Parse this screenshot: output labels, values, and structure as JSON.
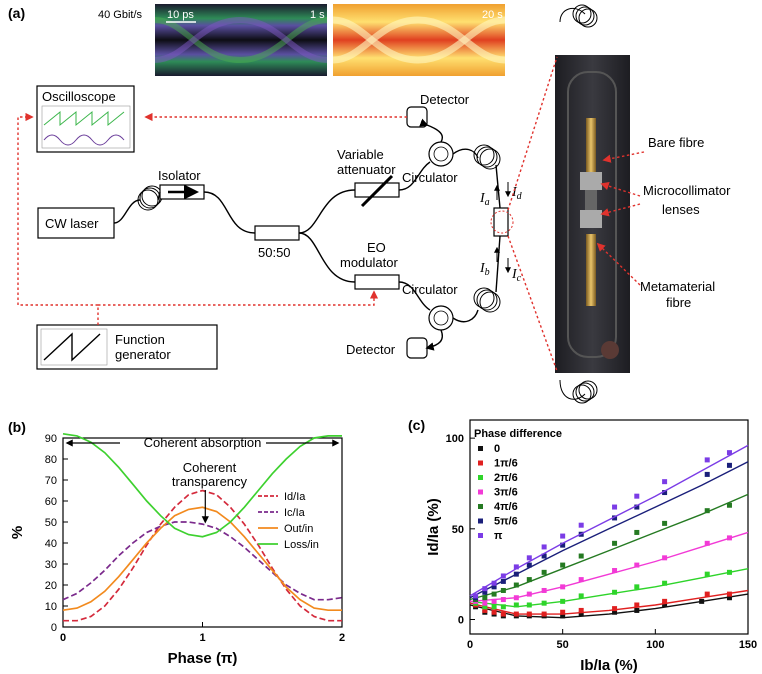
{
  "panel_a": {
    "label": "(a)",
    "bitrate": "40 Gbit/s",
    "scale_bar": "10 ps",
    "exposure_1": "1 s",
    "exposure_2": "20 s",
    "components": {
      "oscilloscope": "Oscilloscope",
      "cw_laser": "CW laser",
      "isolator": "Isolator",
      "splitter": "50:50",
      "attenuator_1": "Variable",
      "attenuator_2": "attenuator",
      "eo_1": "EO",
      "eo_2": "modulator",
      "function_gen_1": "Function",
      "function_gen_2": "generator",
      "detector_top": "Detector",
      "detector_bottom": "Detector",
      "circulator_top": "Circulator",
      "circulator_bottom": "Circulator"
    },
    "beams": {
      "a": "I",
      "a_sub": "a",
      "b": "I",
      "b_sub": "b",
      "c": "I",
      "c_sub": "c",
      "d": "I",
      "d_sub": "d"
    },
    "photo_labels": {
      "bare_fibre": "Bare fibre",
      "micro_1": "Microcollimator",
      "micro_2": "lenses",
      "meta_1": "Metamaterial",
      "meta_2": "fibre"
    }
  },
  "chart_data": [
    {
      "panel": "(b)",
      "type": "line",
      "xlabel": "Phase (π)",
      "ylabel": "%",
      "xlim": [
        0,
        2
      ],
      "ylim": [
        0,
        90
      ],
      "xticks": [
        0,
        1,
        2
      ],
      "yticks": [
        0,
        10,
        20,
        30,
        40,
        50,
        60,
        70,
        80,
        90
      ],
      "legend_position": "right",
      "annotations": [
        "Coherent absorption",
        "Coherent",
        "transparency"
      ],
      "series": [
        {
          "name": "Id/Ia",
          "color": "#d42a3c",
          "dash": true,
          "x": [
            0,
            0.1,
            0.2,
            0.3,
            0.4,
            0.5,
            0.6,
            0.7,
            0.8,
            0.9,
            1.0,
            1.1,
            1.2,
            1.3,
            1.4,
            1.5,
            1.6,
            1.7,
            1.8,
            1.9,
            2.0
          ],
          "y": [
            3,
            3,
            5,
            10,
            18,
            28,
            39,
            49,
            57,
            63,
            65,
            63,
            57,
            49,
            39,
            28,
            18,
            10,
            5,
            3,
            3
          ]
        },
        {
          "name": "Ic/Ia",
          "color": "#7b2a8c",
          "dash": true,
          "x": [
            0,
            0.1,
            0.2,
            0.3,
            0.4,
            0.5,
            0.6,
            0.7,
            0.8,
            0.9,
            1.0,
            1.1,
            1.2,
            1.3,
            1.4,
            1.5,
            1.6,
            1.7,
            1.8,
            1.9,
            2.0
          ],
          "y": [
            13,
            16,
            21,
            27,
            34,
            40,
            45,
            48,
            50,
            50,
            49,
            47,
            43,
            38,
            32,
            26,
            20,
            16,
            13,
            13,
            14
          ]
        },
        {
          "name": "Out/in",
          "color": "#f28a1e",
          "dash": false,
          "x": [
            0,
            0.1,
            0.2,
            0.3,
            0.4,
            0.5,
            0.6,
            0.7,
            0.8,
            0.9,
            1.0,
            1.1,
            1.2,
            1.3,
            1.4,
            1.5,
            1.6,
            1.7,
            1.8,
            1.9,
            2.0
          ],
          "y": [
            8,
            9,
            12,
            17,
            24,
            32,
            40,
            47,
            53,
            56,
            57,
            55,
            50,
            43,
            35,
            27,
            19,
            13,
            9,
            8,
            8
          ]
        },
        {
          "name": "Loss/in",
          "color": "#3ed12f",
          "dash": false,
          "x": [
            0,
            0.1,
            0.2,
            0.3,
            0.4,
            0.5,
            0.6,
            0.7,
            0.8,
            0.9,
            1.0,
            1.1,
            1.2,
            1.3,
            1.4,
            1.5,
            1.6,
            1.7,
            1.8,
            1.9,
            2.0
          ],
          "y": [
            92,
            91,
            88,
            83,
            76,
            68,
            60,
            53,
            47,
            44,
            43,
            45,
            50,
            57,
            65,
            73,
            80,
            86,
            90,
            91,
            91
          ]
        }
      ]
    },
    {
      "panel": "(c)",
      "type": "scatter",
      "xlabel": "Ib/Ia (%)",
      "ylabel": "Id/Ia (%)",
      "xlim": [
        0,
        150
      ],
      "ylim": [
        -8,
        110
      ],
      "xticks": [
        0,
        50,
        100,
        150
      ],
      "yticks": [
        0,
        50,
        100
      ],
      "legend_title": "Phase difference",
      "legend_position": "top-left",
      "series": [
        {
          "name": "0",
          "color": "#111111",
          "x": [
            3,
            8,
            13,
            18,
            25,
            32,
            40,
            50,
            60,
            78,
            90,
            105,
            125,
            140
          ],
          "y": [
            7,
            4,
            3,
            2,
            2,
            2,
            2,
            2,
            3,
            4,
            5,
            8,
            10,
            12
          ],
          "fit": [
            [
              0,
              8
            ],
            [
              25,
              2
            ],
            [
              50,
              1
            ],
            [
              75,
              3
            ],
            [
              100,
              6
            ],
            [
              125,
              10
            ],
            [
              150,
              14
            ]
          ]
        },
        {
          "name": "1π/6",
          "color": "#e02020",
          "x": [
            3,
            8,
            13,
            18,
            25,
            32,
            40,
            50,
            60,
            78,
            90,
            105,
            128,
            140
          ],
          "y": [
            8,
            5,
            4,
            3,
            3,
            3,
            3,
            4,
            5,
            6,
            8,
            10,
            14,
            14
          ],
          "fit": [
            [
              0,
              9
            ],
            [
              25,
              3
            ],
            [
              50,
              3
            ],
            [
              75,
              5
            ],
            [
              100,
              8
            ],
            [
              125,
              12
            ],
            [
              150,
              16
            ]
          ]
        },
        {
          "name": "2π/6",
          "color": "#2ed42a",
          "x": [
            3,
            8,
            13,
            18,
            25,
            32,
            40,
            50,
            60,
            78,
            90,
            105,
            128,
            140
          ],
          "y": [
            9,
            7,
            7,
            7,
            8,
            8,
            9,
            10,
            13,
            15,
            18,
            20,
            25,
            26
          ],
          "fit": [
            [
              0,
              10
            ],
            [
              25,
              7
            ],
            [
              50,
              10
            ],
            [
              75,
              14
            ],
            [
              100,
              18
            ],
            [
              125,
              23
            ],
            [
              150,
              28
            ]
          ]
        },
        {
          "name": "3π/6",
          "color": "#f23ad6",
          "x": [
            3,
            8,
            13,
            18,
            25,
            32,
            40,
            50,
            60,
            78,
            90,
            105,
            128,
            140
          ],
          "y": [
            10,
            9,
            10,
            11,
            12,
            14,
            16,
            18,
            22,
            27,
            30,
            34,
            42,
            45
          ],
          "fit": [
            [
              0,
              10
            ],
            [
              25,
              12
            ],
            [
              50,
              18
            ],
            [
              75,
              25
            ],
            [
              100,
              32
            ],
            [
              125,
              40
            ],
            [
              150,
              48
            ]
          ]
        },
        {
          "name": "4π/6",
          "color": "#257a22",
          "x": [
            3,
            8,
            13,
            18,
            25,
            32,
            40,
            50,
            60,
            78,
            90,
            105,
            128,
            140
          ],
          "y": [
            11,
            12,
            14,
            16,
            19,
            22,
            26,
            30,
            35,
            42,
            48,
            53,
            60,
            63
          ],
          "fit": [
            [
              0,
              11
            ],
            [
              25,
              18
            ],
            [
              50,
              28
            ],
            [
              75,
              38
            ],
            [
              100,
              48
            ],
            [
              125,
              58
            ],
            [
              150,
              69
            ]
          ]
        },
        {
          "name": "5π/6",
          "color": "#1a1f7a",
          "x": [
            3,
            8,
            13,
            18,
            25,
            32,
            40,
            50,
            60,
            78,
            90,
            105,
            128,
            140
          ],
          "y": [
            12,
            15,
            18,
            21,
            25,
            30,
            35,
            41,
            47,
            56,
            62,
            70,
            80,
            85
          ],
          "fit": [
            [
              0,
              12
            ],
            [
              25,
              25
            ],
            [
              50,
              38
            ],
            [
              75,
              50
            ],
            [
              100,
              62
            ],
            [
              125,
              74
            ],
            [
              150,
              87
            ]
          ]
        },
        {
          "name": "π",
          "color": "#7b3ce6",
          "x": [
            3,
            8,
            13,
            18,
            25,
            32,
            40,
            50,
            60,
            78,
            90,
            105,
            128,
            140
          ],
          "y": [
            13,
            17,
            20,
            24,
            29,
            34,
            40,
            46,
            52,
            62,
            68,
            76,
            88,
            92
          ],
          "fit": [
            [
              0,
              13
            ],
            [
              25,
              28
            ],
            [
              50,
              42
            ],
            [
              75,
              55
            ],
            [
              100,
              68
            ],
            [
              125,
              82
            ],
            [
              150,
              96
            ]
          ]
        }
      ]
    }
  ]
}
